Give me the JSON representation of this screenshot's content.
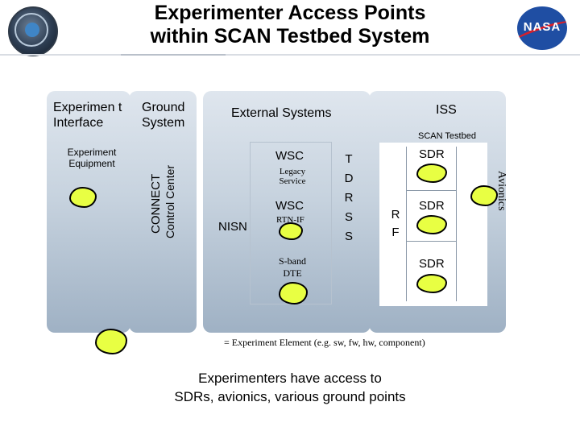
{
  "header": {
    "title_line1": "Experimenter Access Points",
    "title_line2": "within SCAN Testbed System",
    "logo_left_icon": "scan-mission-logo",
    "logo_right_icon": "nasa-logo",
    "logo_right_text": "NASA"
  },
  "columns": {
    "experiment_interface": "Experimen t Interface",
    "experiment_equipment": "Experiment Equipment",
    "ground_system": "Ground System",
    "connect_line1": "CONNECT",
    "connect_line2": "Control Center",
    "external_systems": "External Systems",
    "iss": "ISS",
    "scan_testbed": "SCAN Testbed"
  },
  "external": {
    "wsc_1": "WSC",
    "legacy_service": "Legacy Service",
    "wsc_2": "WSC",
    "rtn_if": "RTN-IF",
    "nisn": "NISN",
    "sband_dte": "S-band DTE",
    "tdrs_letters": [
      "T",
      "D",
      "R",
      "S",
      "S"
    ]
  },
  "iss_items": {
    "rf_letters": [
      "R",
      "F"
    ],
    "sdr_1": "SDR",
    "sdr_2": "SDR",
    "sdr_3": "SDR",
    "avionics": "Avionics"
  },
  "legend": {
    "text": "= Experiment Element (e.g. sw, fw, hw, component)",
    "element_color": "#e8ff43"
  },
  "footer": {
    "line1": "Experimenters have access to",
    "line2": "SDRs, avionics, various ground points"
  }
}
